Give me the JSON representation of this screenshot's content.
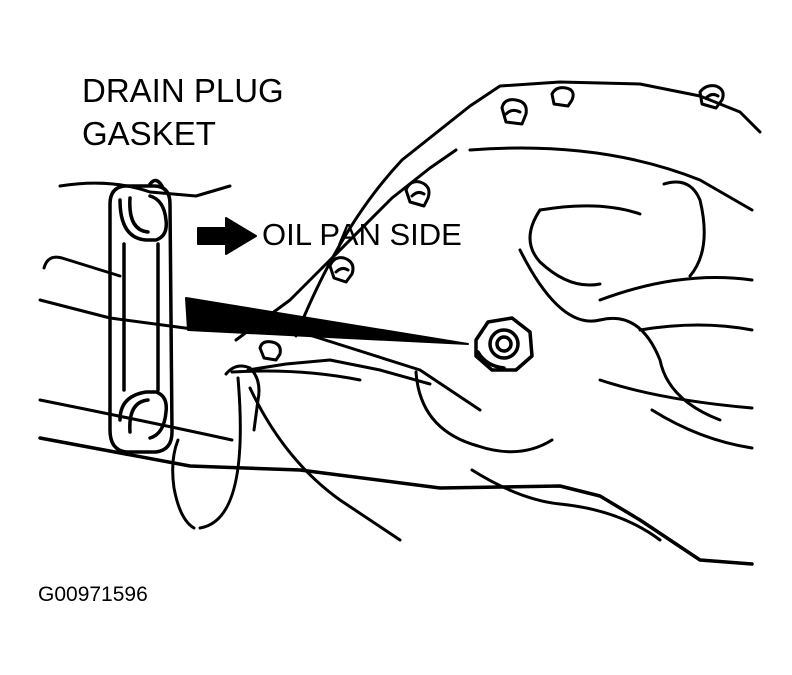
{
  "labels": {
    "gasket_line1": "DRAIN PLUG",
    "gasket_line2": "GASKET",
    "oil_pan_side": "OIL PAN SIDE",
    "figure_code": "G00971596"
  },
  "colors": {
    "ink": "#000000",
    "paper": "#ffffff"
  }
}
